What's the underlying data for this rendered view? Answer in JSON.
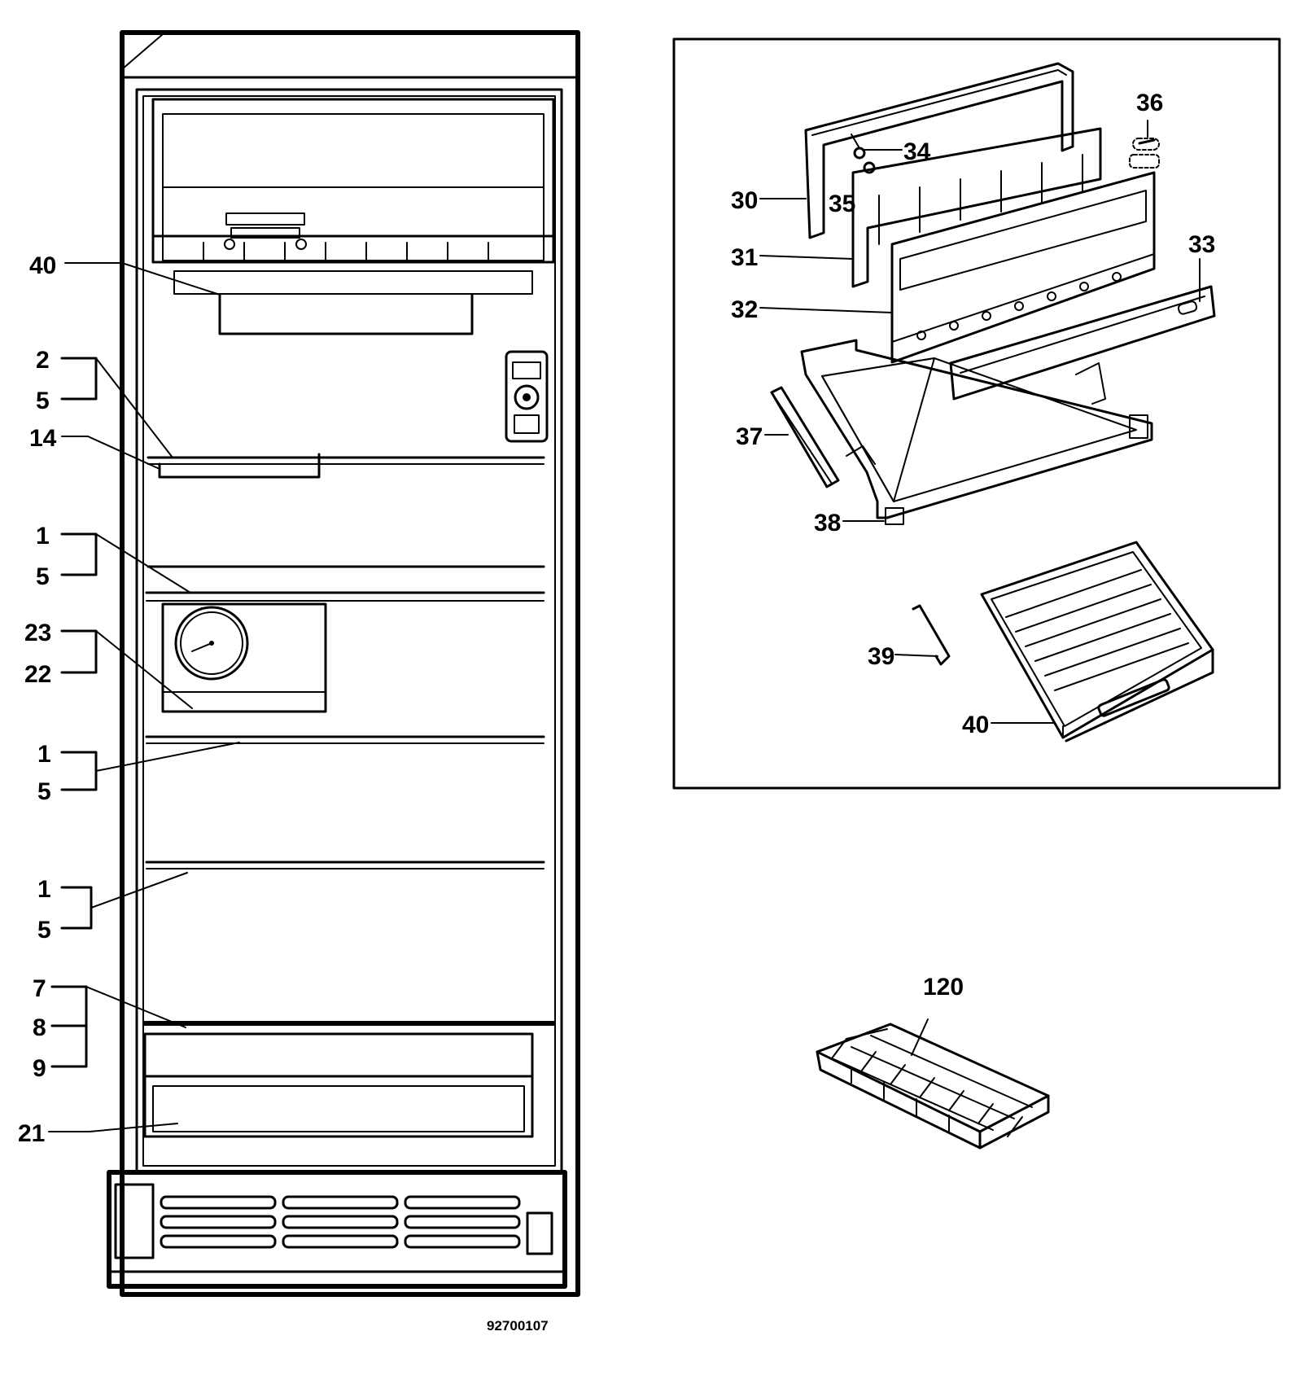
{
  "fridge_labels": {
    "l40": "40",
    "l2": "2",
    "l5a": "5",
    "l14": "14",
    "l1a": "1",
    "l5b": "5",
    "l23": "23",
    "l22": "22",
    "l1b": "1",
    "l5c": "5",
    "l1c": "1",
    "l5d": "5",
    "l7": "7",
    "l8": "8",
    "l9": "9",
    "l21": "21"
  },
  "inset_labels": {
    "l30": "30",
    "l31": "31",
    "l32": "32",
    "l33": "33",
    "l34": "34",
    "l35": "35",
    "l36": "36",
    "l37": "37",
    "l38": "38",
    "l39": "39",
    "l40": "40"
  },
  "icetray_label": "120",
  "doc_number": "92700107"
}
